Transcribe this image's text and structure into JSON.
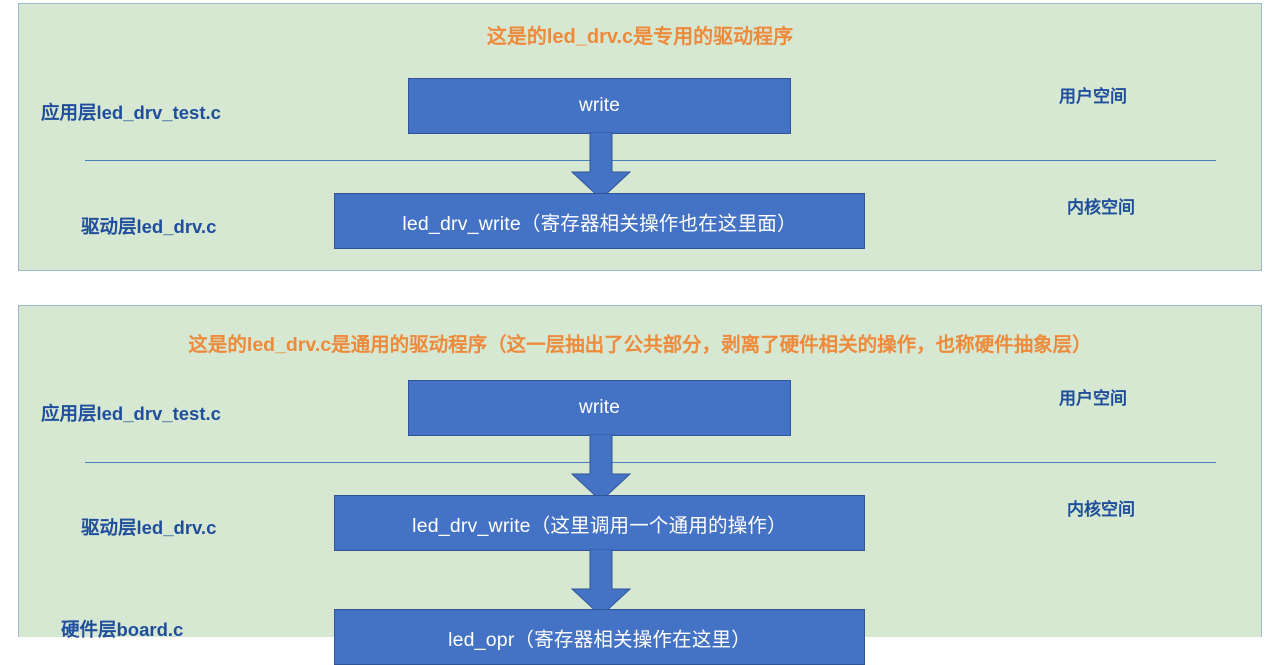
{
  "colors": {
    "panel_background": "#d6e8d1",
    "panel_border": "#9fb8cd",
    "headline_text": "#ed8a3c",
    "label_text": "#1f4e9c",
    "box_fill": "#4472c4",
    "box_border": "#2f5597",
    "box_text": "#ffffff",
    "divider": "#4a7ebb",
    "arrow_fill": "#4472c4",
    "page_background": "#ffffff"
  },
  "diagram_dedicated": {
    "headline": "这是的led_drv.c是专用的驱动程序",
    "app_layer_label": "应用层led_drv_test.c",
    "driver_layer_label": "驱动层led_drv.c",
    "user_space_label": "用户空间",
    "kernel_space_label": "内核空间",
    "write_box": "write",
    "driver_box": "led_drv_write（寄存器相关操作也在这里面）"
  },
  "diagram_generic": {
    "headline": "这是的led_drv.c是通用的驱动程序（这一层抽出了公共部分，剥离了硬件相关的操作，也称硬件抽象层）",
    "app_layer_label": "应用层led_drv_test.c",
    "driver_layer_label": "驱动层led_drv.c",
    "hardware_layer_label": "硬件层board.c",
    "user_space_label": "用户空间",
    "kernel_space_label": "内核空间",
    "write_box": "write",
    "driver_box": "led_drv_write（这里调用一个通用的操作）",
    "hardware_box": "led_opr（寄存器相关操作在这里）"
  }
}
